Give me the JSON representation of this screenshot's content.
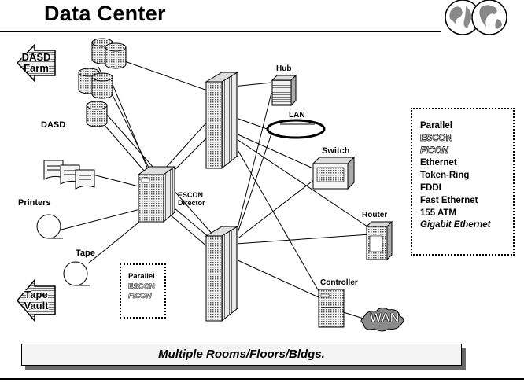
{
  "slide": {
    "title": "Data Center",
    "banner": "Multiple Rooms/Floors/Bldgs."
  },
  "arrows": {
    "dasd_farm": [
      "DASD",
      "Farm"
    ],
    "tape_vault": [
      "Tape",
      "Vault"
    ]
  },
  "labels": {
    "dasd": "DASD",
    "printers": "Printers",
    "tape": "Tape",
    "escon_director": [
      "ESCON",
      "Director"
    ],
    "hub": "Hub",
    "lan": "LAN",
    "switch": "Switch",
    "router": "Router",
    "controller": "Controller",
    "wan": "WAN"
  },
  "legend_right": {
    "items": [
      "Parallel",
      "ESCON",
      "FICON",
      "Ethernet",
      "Token-Ring",
      "FDDI",
      "Fast Ethernet",
      "155 ATM",
      "Gigabit Ethernet"
    ]
  },
  "legend_left": {
    "items": [
      "Parallel",
      "ESCON",
      "FICON"
    ]
  },
  "colors": {
    "device_fill": "#e8e8e8",
    "pattern_dark": "#555555",
    "shadow": "#6a6a6a"
  },
  "icons": [
    "globe-icon",
    "arrow-left-icon",
    "disk-icon",
    "printer-icon",
    "tape-reel-icon",
    "mainframe-icon",
    "hub-icon",
    "switch-icon",
    "router-icon",
    "controller-icon",
    "cloud-icon"
  ]
}
